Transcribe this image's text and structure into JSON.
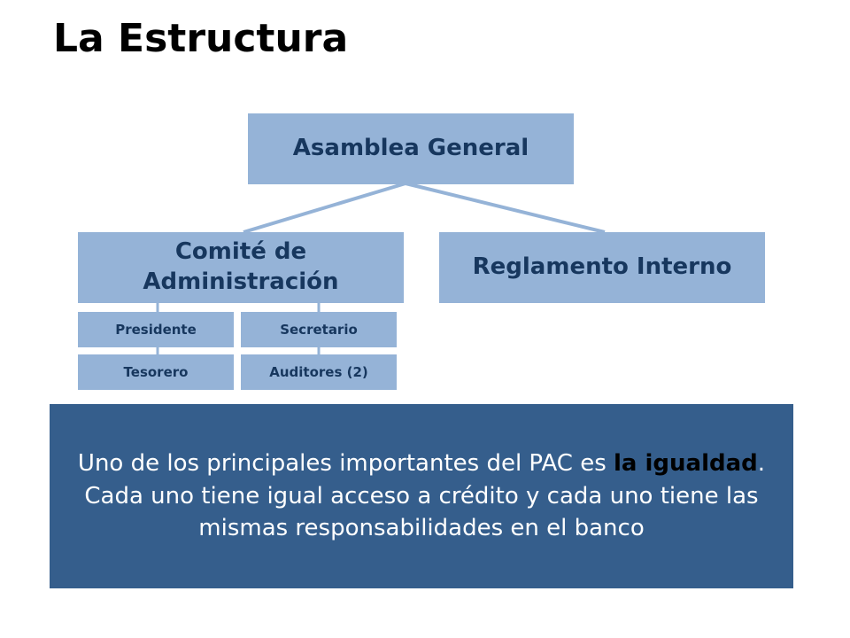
{
  "title": "La Estructura",
  "diagram": {
    "root": "Asamblea General",
    "children": [
      "Comité de Administración",
      "Reglamento Interno"
    ],
    "roles": [
      "Presidente",
      "Secretario",
      "Tesorero",
      "Auditores (2)"
    ]
  },
  "note": {
    "before": "Uno de los principales importantes del PAC es ",
    "highlight": "la igualdad",
    "after": ". Cada uno tiene igual acceso a crédito y cada uno tiene las mismas responsabilidades en el banco"
  }
}
